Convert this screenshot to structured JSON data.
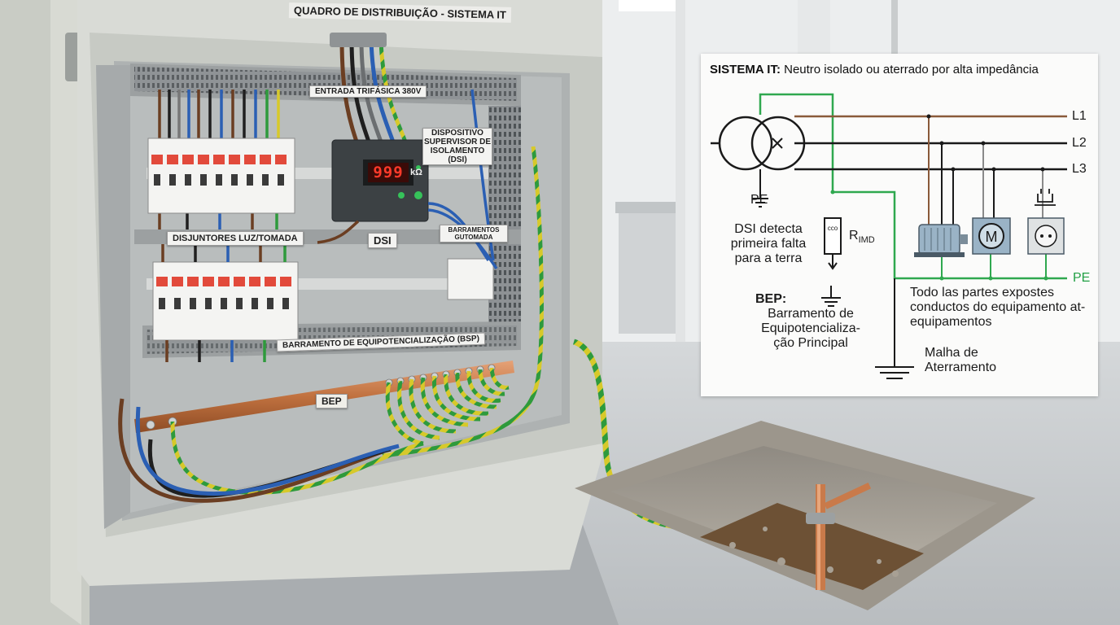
{
  "panel": {
    "title": "QUADRO DE DISTRIBUIÇÃO - SISTEMA IT",
    "label_entrada": "ENTRADA TRIFÁSICA 380V",
    "label_dsi_device": "DISPOSITIVO SUPERVISOR DE ISOLAMENTO (DSI)",
    "label_disjuntores": "DISJUNTORES LUZ/TOMADA",
    "label_dsi": "DSI",
    "label_small": "BARRAMENTOS GUTOMADA",
    "label_barramento": "BARRAMENTO DE EQUIPOTENCIALIZAÇÃO (BSP)",
    "label_bep": "BEP",
    "dsi_display": "999",
    "dsi_unit": "kΩ"
  },
  "inset": {
    "title_bold": "SISTEMA IT:",
    "title_rest": " Neutro isolado ou aterrado por alta impedância",
    "pe_left": "PE",
    "dsi_text": "DSI detecta primeira falta para a terra",
    "rimd": "R",
    "rimd_sub": "IMD",
    "imd_box": "cco",
    "bep_text": "BEP:",
    "bep_desc": "Barramento de Equipotencializa- ção Principal",
    "malha_text": "Malha de Aterramento",
    "expostas": "Todo las partes expostes conductos do equipamento at-equipamentos",
    "l1": "L1",
    "l2": "L2",
    "l3": "L3",
    "pe_right": "PE",
    "motor_letter": "M"
  },
  "colors": {
    "l1_line": "#8a5a3a",
    "l2_line": "#1a1a1a",
    "l3_line": "#1a1a1a",
    "pe_line": "#2fa84f",
    "panel_body": "#d9dbd6",
    "copper": "#c97a4a"
  },
  "icons": [
    "transformer-icon",
    "motor-icon",
    "m-motor-icon",
    "socket-icon",
    "ground-icon",
    "imd-icon"
  ]
}
